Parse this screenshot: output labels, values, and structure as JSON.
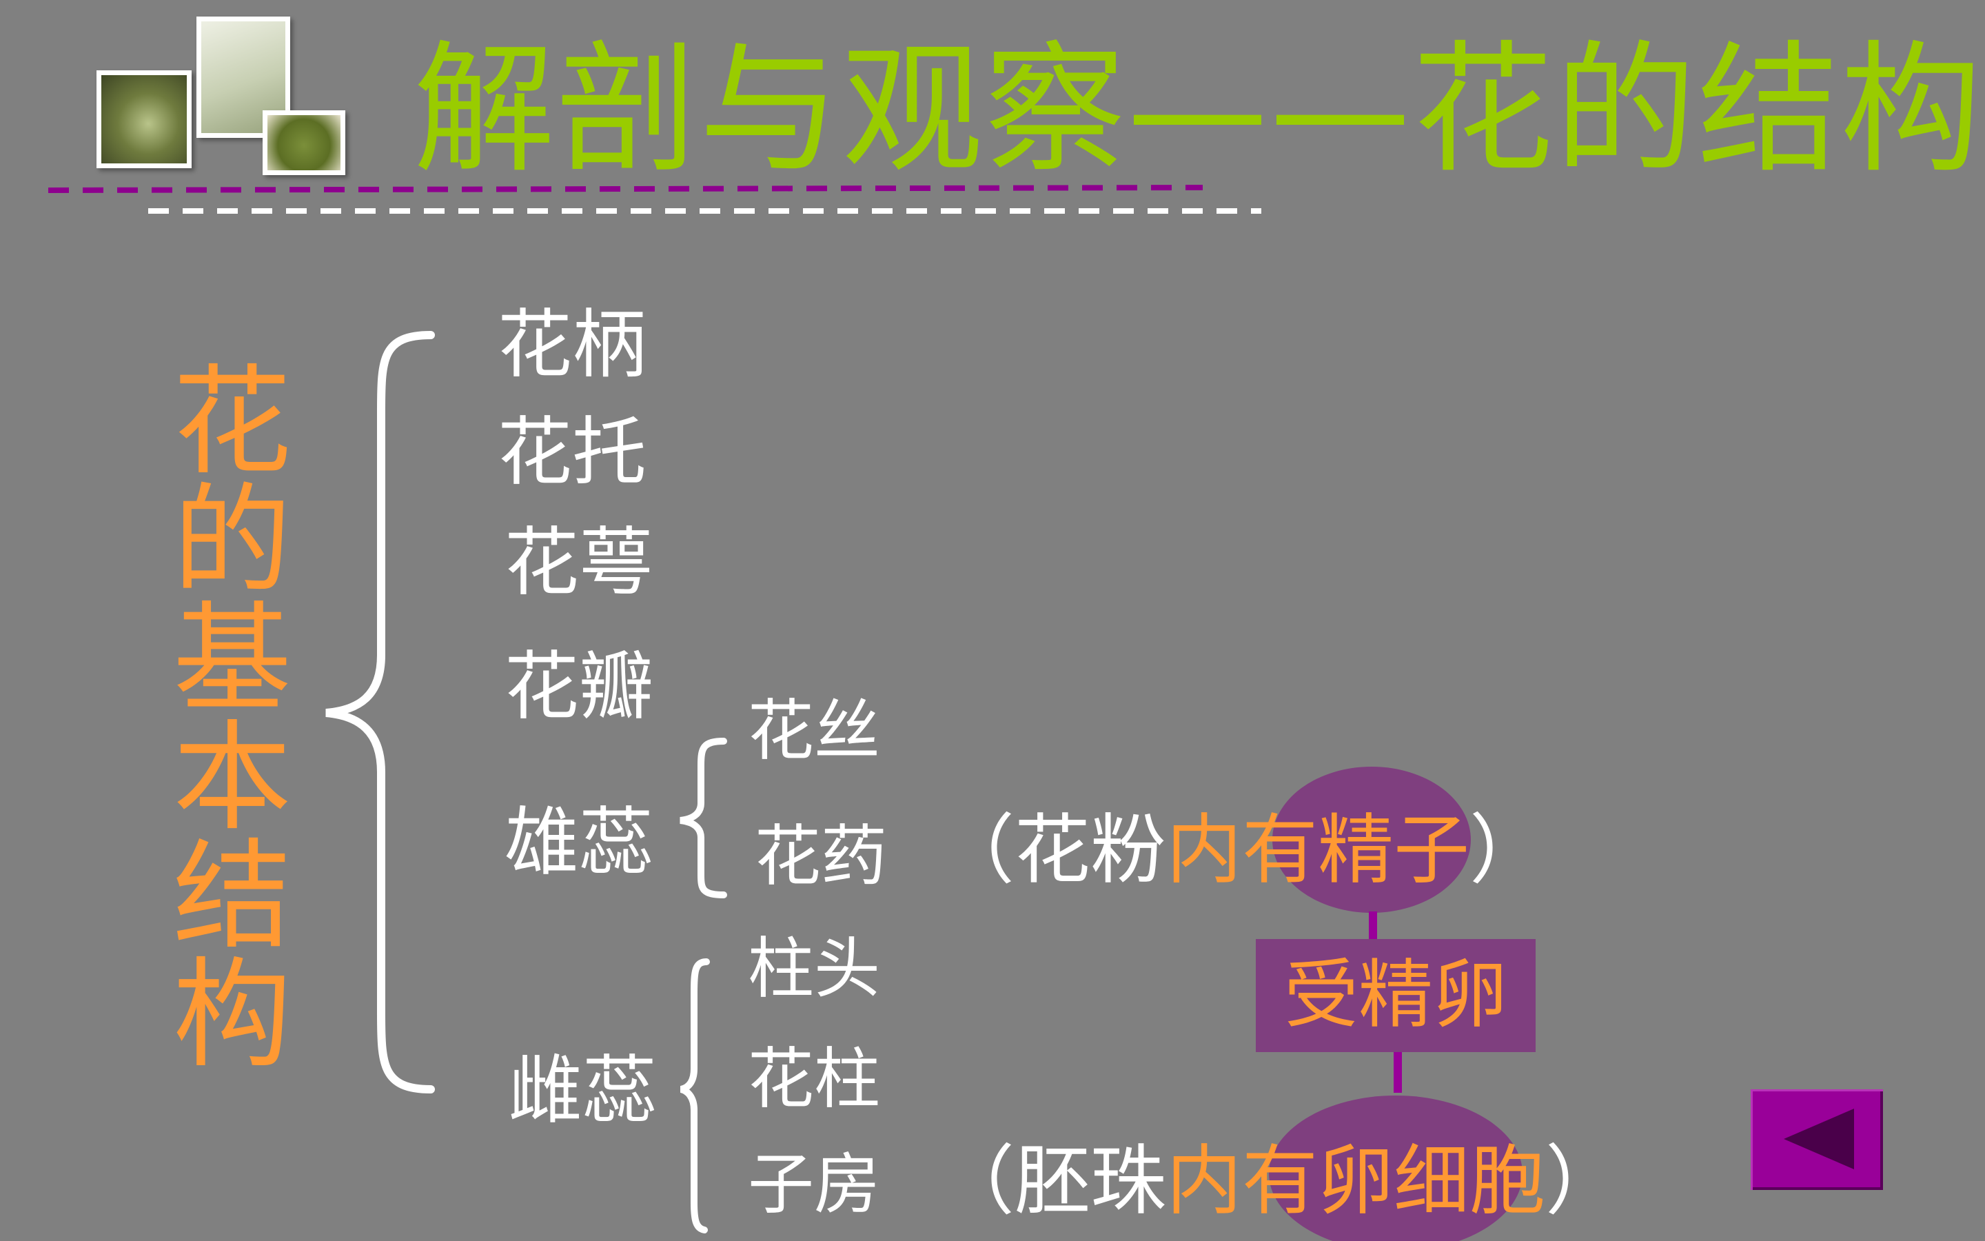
{
  "slide": {
    "title": "解剖与观察——花的结构",
    "side_title": "花的基本结构"
  },
  "parts": [
    {
      "label": "花柄"
    },
    {
      "label": "花托"
    },
    {
      "label": "花萼"
    },
    {
      "label": "花瓣"
    },
    {
      "label": "雄蕊"
    },
    {
      "label": "雌蕊"
    }
  ],
  "stamen_parts": [
    {
      "label": "花丝"
    },
    {
      "label": "花药"
    }
  ],
  "pistil_parts": [
    {
      "label": "柱头"
    },
    {
      "label": "花柱"
    },
    {
      "label": "子房"
    }
  ],
  "anther_note": {
    "open": "（花粉",
    "highlight": "内有精子",
    "close": "）"
  },
  "ovary_note": {
    "open": "（胚珠",
    "highlight": "内有卵细胞",
    "close": "）"
  },
  "fertilized_egg": "受精卵",
  "colors": {
    "background": "#808080",
    "title": "#99cc00",
    "accent": "#ff9933",
    "purple": "#990099",
    "ellipse": "#7f3f7f",
    "text": "#ffffff"
  },
  "nav": {
    "back_icon": "triangle-left-icon"
  }
}
